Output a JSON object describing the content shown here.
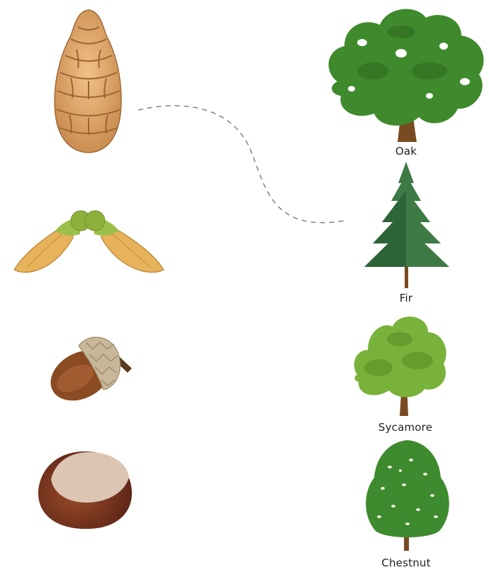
{
  "seeds": [
    {
      "name": "pine cone"
    },
    {
      "name": "sycamore seed"
    },
    {
      "name": "acorn"
    },
    {
      "name": "conker"
    }
  ],
  "trees": [
    {
      "label": "Oak"
    },
    {
      "label": "Fir"
    },
    {
      "label": "Sycamore"
    },
    {
      "label": "Chestnut"
    }
  ],
  "connections": [
    {
      "from": "pine cone",
      "to": "Fir"
    }
  ],
  "colors": {
    "oak_foliage": "#3f8a2c",
    "fir_foliage": "#3d7a45",
    "sycamore_foliage": "#79b23b",
    "chestnut_foliage": "#3e8a2e",
    "trunk": "#7a4a22",
    "pine_cone": "#d9a36a",
    "acorn": "#8a4a22",
    "conker": "#6a2e1c",
    "connector": "#777777"
  }
}
